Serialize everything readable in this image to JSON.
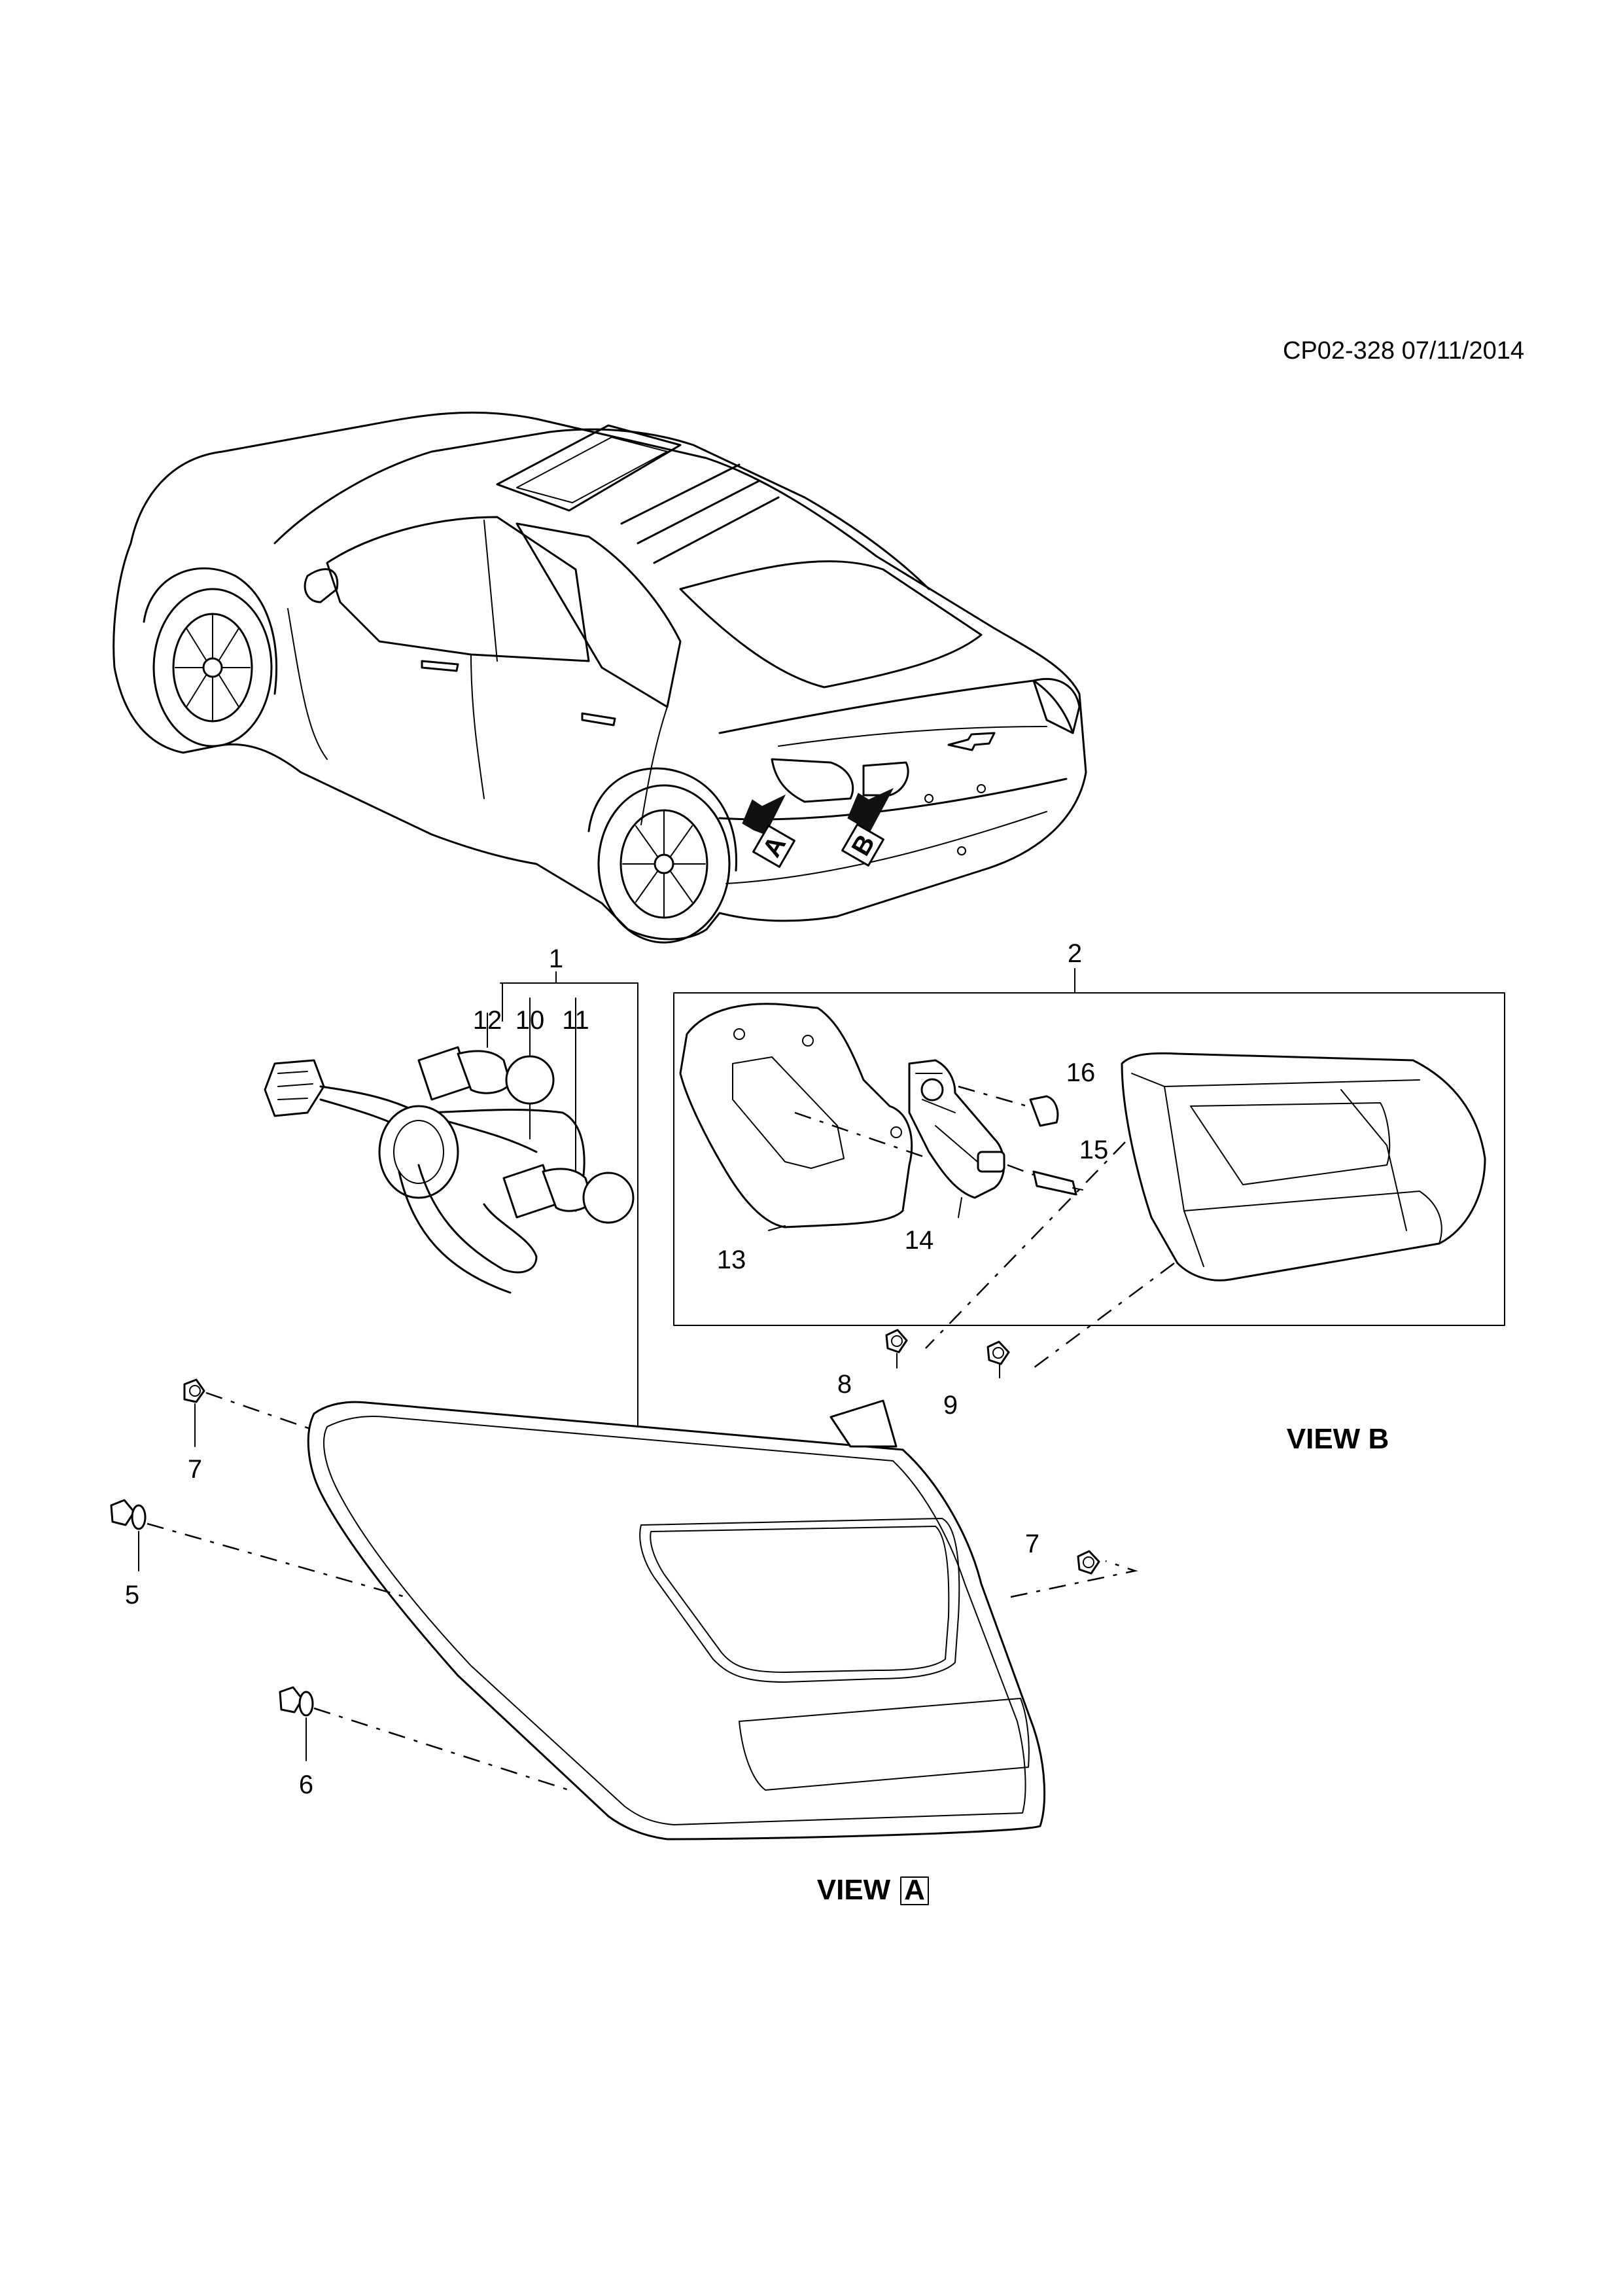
{
  "header": {
    "drawing_ref": "CP02-328 07/11/2014"
  },
  "car": {
    "callout_a": "A",
    "callout_b": "B"
  },
  "callouts": {
    "c1": "1",
    "c2": "2",
    "c5": "5",
    "c6": "6",
    "c7a": "7",
    "c7b": "7",
    "c8": "8",
    "c9": "9",
    "c10": "10",
    "c11": "11",
    "c12": "12",
    "c13": "13",
    "c14": "14",
    "c15": "15",
    "c16": "16"
  },
  "views": {
    "view_a_prefix": "VIEW",
    "view_a_letter": "A",
    "view_b": "VIEW B"
  }
}
